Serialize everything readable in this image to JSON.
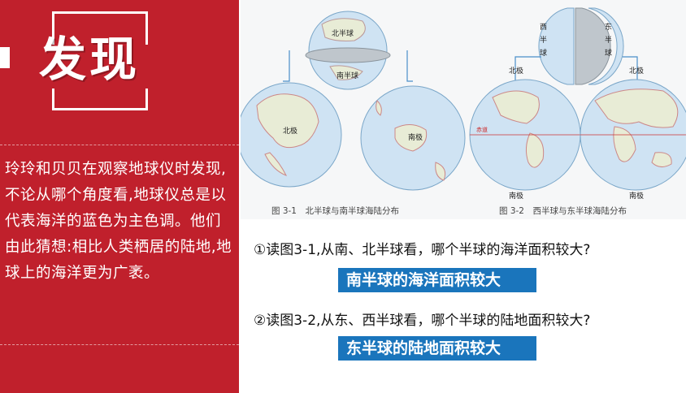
{
  "left": {
    "title": "发现",
    "paragraph": " 玲玲和贝贝在观察地球仪时发现,不论从哪个角度看,地球仪总是以代表海洋的蓝色为主色调。他们由此猜想:相比人类栖居的陆地,地球上的海洋更为广袤。"
  },
  "figure": {
    "caption1": "图 3-1　北半球与南半球海陆分布",
    "caption2": "图 3-2　西半球与东半球海陆分布",
    "fig1": {
      "top_north": "北半球",
      "top_south": "南半球",
      "north_pole": "北极",
      "south_pole": "南极"
    },
    "fig2": {
      "west": "西\n半\n球",
      "east": "东\n半\n球",
      "north_pole": "北极",
      "south_pole": "南极",
      "equator": "赤道"
    }
  },
  "questions": [
    {
      "text": "①读图3-1,从南、北半球看，哪个半球的海洋面积较大?",
      "answer": "南半球的海洋面积较大"
    },
    {
      "text": "②读图3-2,从东、西半球看，哪个半球的陆地面积较大?",
      "answer": "东半球的陆地面积较大"
    }
  ],
  "colors": {
    "panel_red": "#c0202c",
    "answer_blue": "#1a75bc",
    "ocean": "#cfe3f3",
    "land": "#e8ecd6"
  }
}
